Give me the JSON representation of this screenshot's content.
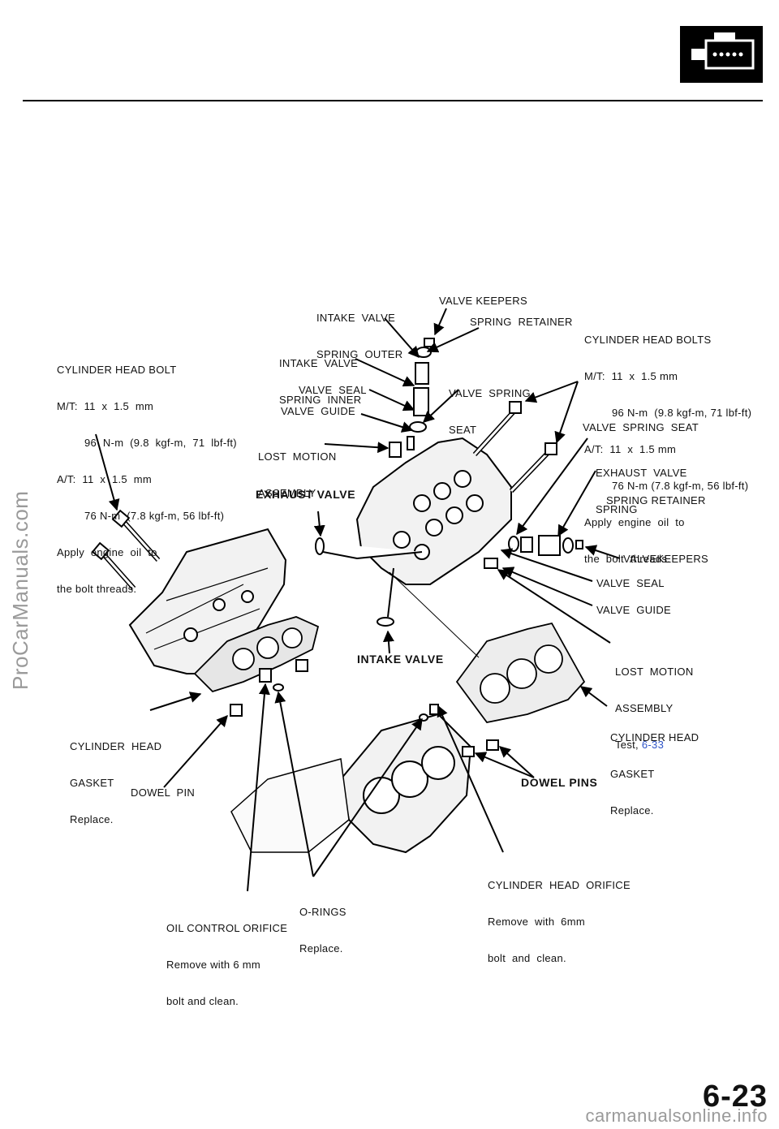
{
  "page": {
    "number": "6-23"
  },
  "watermarks": {
    "side": "ProCarManuals.com",
    "bottom": "carmanualsonline.info"
  },
  "section_icon": {
    "name": "engine-icon"
  },
  "labels": {
    "intake_valve_spring_outer": [
      "INTAKE  VALVE",
      "SPRING  OUTER"
    ],
    "valve_keepers_top": "VALVE KEEPERS",
    "spring_retainer_top": "SPRING  RETAINER",
    "intake_valve_spring_inner": [
      "INTAKE  VALVE",
      "SPRING  INNER"
    ],
    "valve_spring_seat_top": [
      "VALVE  SPRING",
      "SEAT"
    ],
    "valve_seal_top": "VALVE  SEAL",
    "valve_guide_top": "VALVE  GUIDE",
    "lost_motion_top": [
      "LOST  MOTION",
      "ASSEMBLY"
    ],
    "exhaust_valve": "EXHAUST VALVE",
    "intake_valve": "INTAKE VALVE",
    "cyl_head_bolt_left": {
      "title": "CYLINDER HEAD BOLT",
      "mt": "M/T:  11  x  1.5  mm",
      "mt_torque": "96  N-m  (9.8  kgf-m,  71  lbf-ft)",
      "at": "A/T:  11  x  1.5  mm",
      "at_torque": "76 N-m  (7.8 kgf-m, 56 lbf-ft)",
      "note1": "Apply  engine  oil  to",
      "note2": "the bolt threads."
    },
    "cyl_head_bolts_right": {
      "title": "CYLINDER HEAD BOLTS",
      "mt": "M/T:  11  x  1.5 mm",
      "mt_torque": "96 N-m  (9.8 kgf-m, 71 lbf-ft)",
      "at": "A/T:  11  x  1.5 mm",
      "at_torque": "76 N-m (7.8 kgf-m, 56 lbf-ft)",
      "note1": "Apply  engine  oil  to",
      "note2": "the  bolt  threads."
    },
    "valve_spring_seat_right": "VALVE  SPRING  SEAT",
    "exhaust_valve_spring": [
      "EXHAUST  VALVE",
      "SPRING"
    ],
    "spring_retainer_right": "SPRING RETAINER",
    "valve_keepers_right": "VALVEKEEPERS",
    "valve_seal_right": "VALVE  SEAL",
    "valve_guide_right": "VALVE  GUIDE",
    "lost_motion_right": {
      "line1": "LOST  MOTION",
      "line2": "ASSEMBLY",
      "line3": "Test, ",
      "ref": "6-33"
    },
    "cyl_head_gasket_right": [
      "CYLINDER HEAD",
      "GASKET",
      "Replace."
    ],
    "cyl_head_gasket_left": [
      "CYLINDER  HEAD",
      "GASKET",
      "Replace."
    ],
    "dowel_pins": "DOWEL PINS",
    "dowel_pin": "DOWEL  PIN",
    "cyl_head_orifice": [
      "CYLINDER  HEAD  ORIFICE",
      "Remove  with  6mm",
      "bolt  and  clean."
    ],
    "o_rings": [
      "O-RINGS",
      "Replace."
    ],
    "oil_control_orifice": [
      "OIL CONTROL ORIFICE",
      "Remove with 6 mm",
      "bolt and clean."
    ]
  }
}
